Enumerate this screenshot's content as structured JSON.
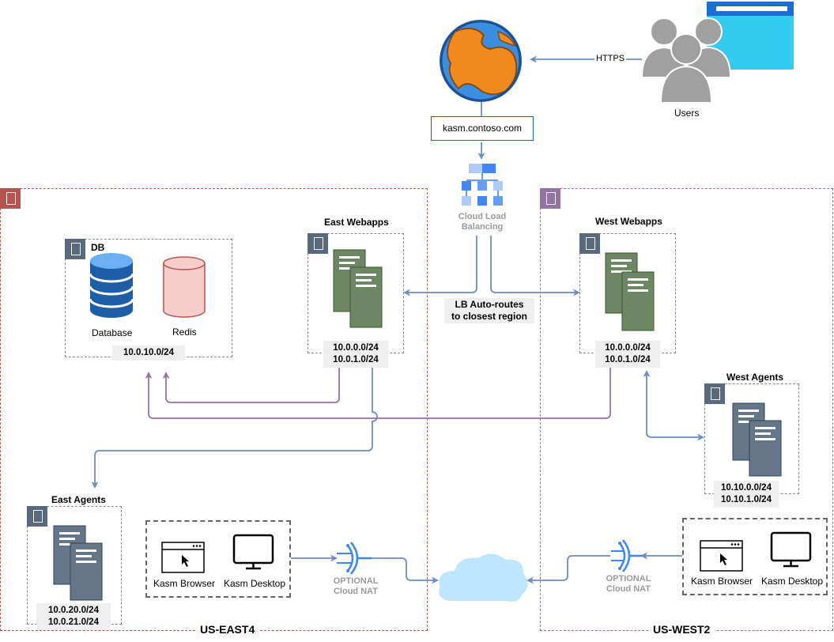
{
  "users": {
    "label": "Users",
    "https": "HTTPS"
  },
  "dns": {
    "hostname": "kasm.contoso.com"
  },
  "lb": {
    "label": "Cloud Load\nBalancing",
    "line1": "Cloud Load",
    "line2": "Balancing",
    "note1": "LB Auto-routes",
    "note2": "to closest region"
  },
  "east": {
    "region": "US-EAST4",
    "db": {
      "title": "DB",
      "database": "Database",
      "redis": "Redis",
      "cidr": "10.0.10.0/24"
    },
    "webapps": {
      "title": "East Webapps",
      "cidr1": "10.0.0.0/24",
      "cidr2": "10.0.1.0/24"
    },
    "agents": {
      "title": "East Agents",
      "cidr1": "10.0.20.0/24",
      "cidr2": "10.0.21.0/24"
    },
    "clients": {
      "browser": "Kasm Browser",
      "desktop": "Kasm Desktop"
    },
    "nat": {
      "line1": "OPTIONAL",
      "line2": "Cloud NAT"
    }
  },
  "west": {
    "region": "US-WEST2",
    "webapps": {
      "title": "West Webapps",
      "cidr1": "10.0.0.0/24",
      "cidr2": "10.0.1.0/24"
    },
    "agents": {
      "title": "West Agents",
      "cidr1": "10.10.0.0/24",
      "cidr2": "10.10.1.0/24"
    },
    "clients": {
      "browser": "Kasm Browser",
      "desktop": "Kasm Desktop"
    },
    "nat": {
      "line1": "OPTIONAL",
      "line2": "Cloud NAT"
    }
  },
  "colors": {
    "east_region": "#b85450",
    "west_region": "#9673a6",
    "server_green": "#6d8764",
    "server_gray": "#647687",
    "blue_line": "#6c8ebf",
    "purple_line": "#9673a6",
    "cloud": "#bfe6ff"
  }
}
